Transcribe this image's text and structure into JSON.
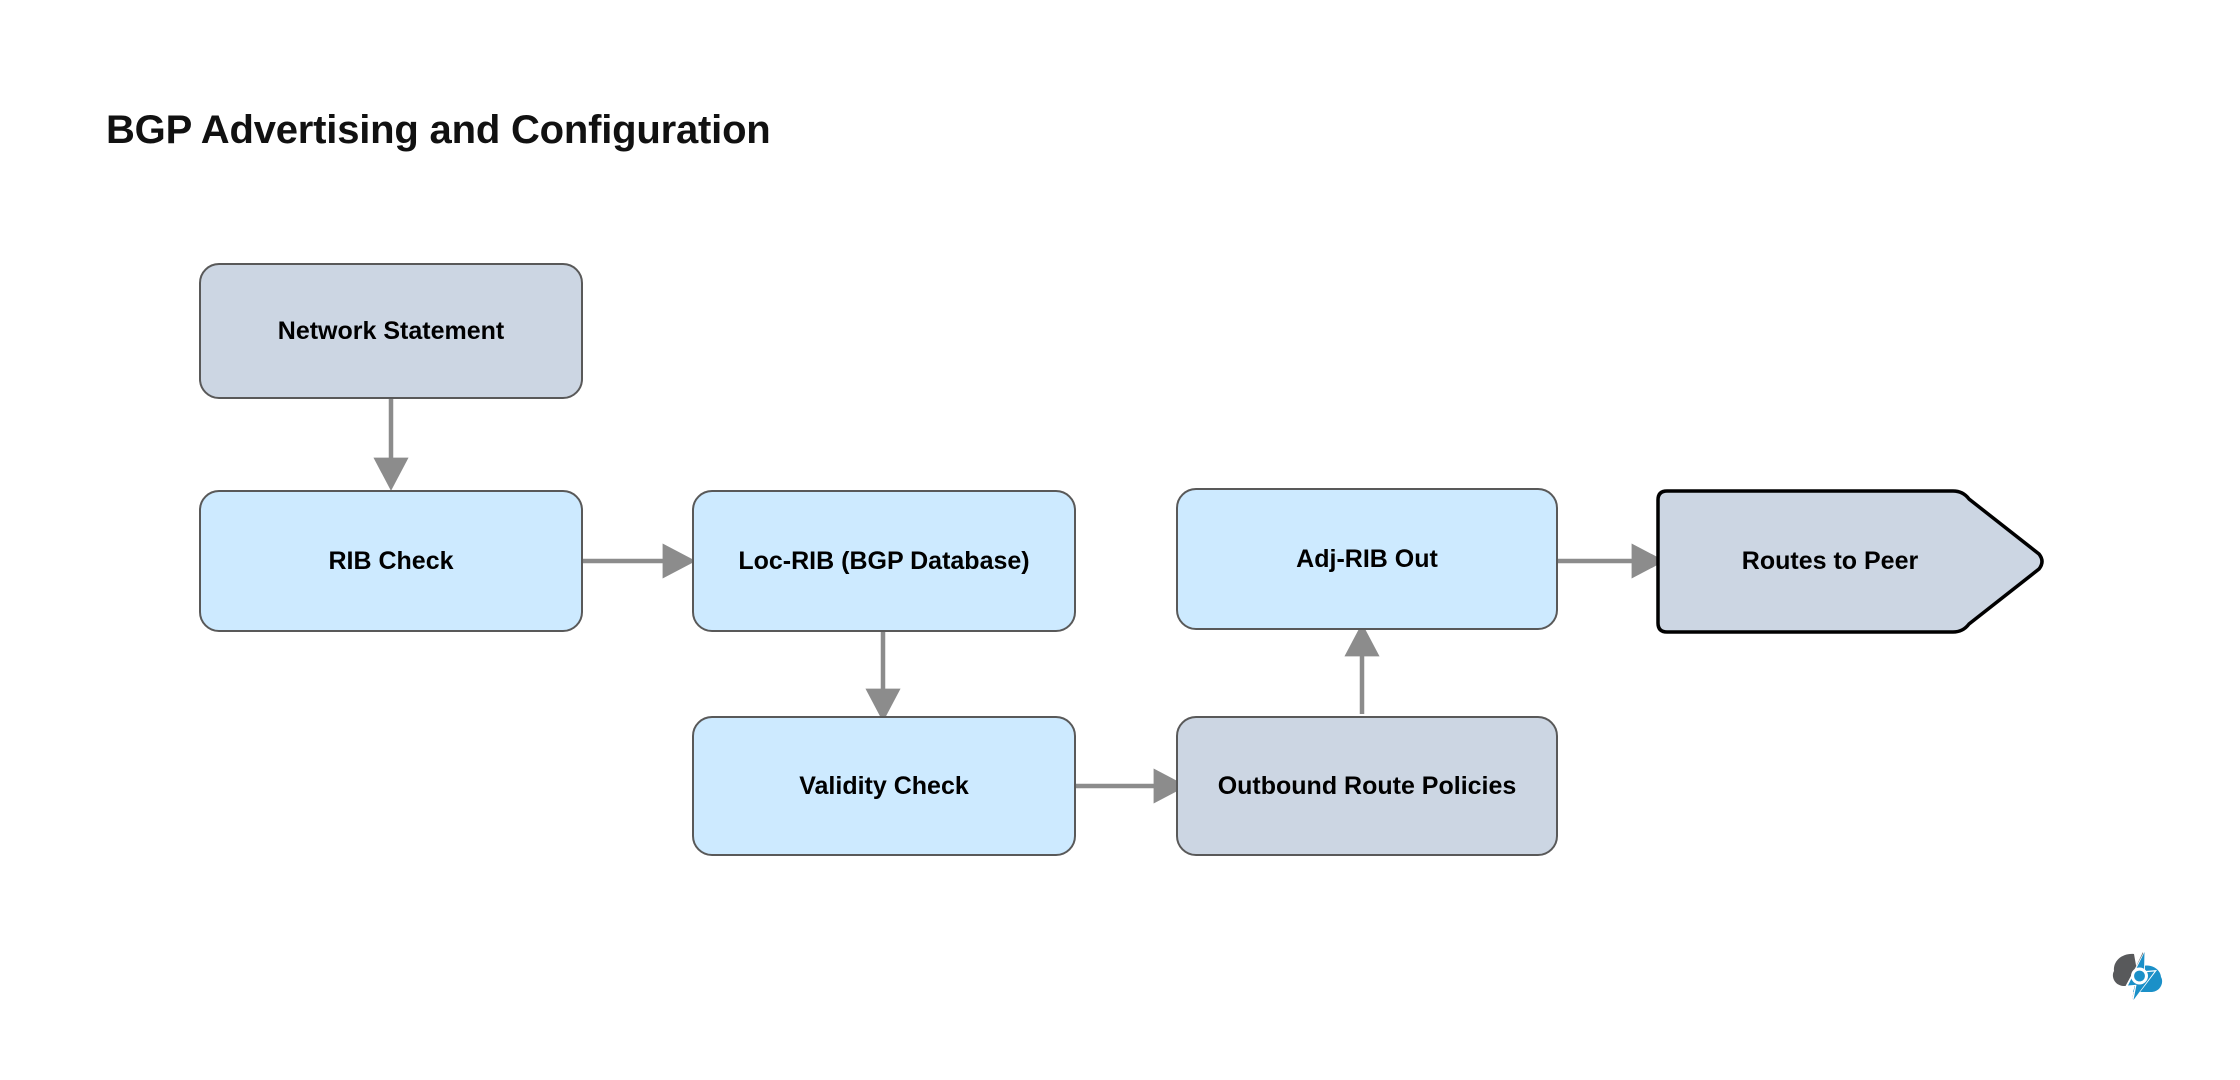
{
  "diagram": {
    "title": "BGP Advertising and Configuration",
    "type": "flowchart",
    "background": "#ffffff",
    "palette": {
      "node_blue_fill": "#cdeaff",
      "node_gray_fill": "#ccd6e3",
      "node_border": "#595959",
      "terminator_border": "#000000",
      "arrow": "#8c8c8c",
      "title_text": "#111111",
      "node_text": "#000000",
      "logo_blue": "#1b90c8",
      "logo_gray": "#58595b"
    },
    "nodes": [
      {
        "id": "network-statement",
        "label": "Network Statement",
        "shape": "rounded-rect",
        "fill": "gray"
      },
      {
        "id": "rib-check",
        "label": "RIB Check",
        "shape": "rounded-rect",
        "fill": "blue"
      },
      {
        "id": "loc-rib",
        "label": "Loc-RIB (BGP Database)",
        "shape": "rounded-rect",
        "fill": "blue"
      },
      {
        "id": "adj-rib-out",
        "label": "Adj-RIB Out",
        "shape": "rounded-rect",
        "fill": "blue"
      },
      {
        "id": "routes-to-peer",
        "label": "Routes to Peer",
        "shape": "pentagon-arrow",
        "fill": "gray"
      },
      {
        "id": "validity-check",
        "label": "Validity Check",
        "shape": "rounded-rect",
        "fill": "blue"
      },
      {
        "id": "outbound-policies",
        "label": "Outbound Route Policies",
        "shape": "rounded-rect",
        "fill": "gray"
      }
    ],
    "edges": [
      {
        "from": "network-statement",
        "to": "rib-check",
        "direction": "down"
      },
      {
        "from": "rib-check",
        "to": "loc-rib",
        "direction": "right"
      },
      {
        "from": "loc-rib",
        "to": "validity-check",
        "direction": "down"
      },
      {
        "from": "validity-check",
        "to": "outbound-policies",
        "direction": "right"
      },
      {
        "from": "outbound-policies",
        "to": "adj-rib-out",
        "direction": "up"
      },
      {
        "from": "adj-rib-out",
        "to": "routes-to-peer",
        "direction": "right"
      }
    ],
    "logo": {
      "name": "brand-logo"
    }
  }
}
